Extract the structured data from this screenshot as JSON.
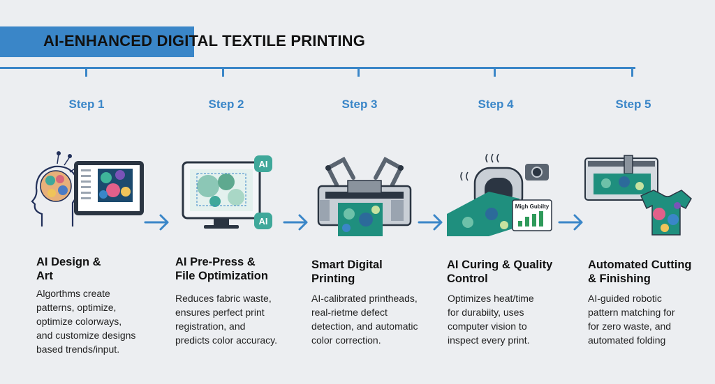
{
  "title": "AI-ENHANCED DIGITAL TEXTILE PRINTING",
  "steps": [
    {
      "label": "Step 1",
      "heading": [
        "AI Design &",
        "Art"
      ],
      "desc": [
        "Algorthms create",
        "patterns, optimize,",
        "optimize colorways,",
        "and customize designs",
        "based trends/input."
      ]
    },
    {
      "label": "Step 2",
      "heading": [
        "AI Pre-Press &",
        "File Optimization"
      ],
      "desc": [
        "Reduces fabric waste,",
        "ensures perfect print",
        "registration, and",
        "predicts color accuracy."
      ],
      "badges": [
        "AI",
        "AI"
      ]
    },
    {
      "label": "Step 3",
      "heading": [
        "Smart Digital",
        "Printing"
      ],
      "desc": [
        "AI-calibrated printheads,",
        "real-rietme defect",
        "detection, and automatic",
        "color correction."
      ]
    },
    {
      "label": "Step 4",
      "heading": [
        "AI Curing & Quality",
        "Control"
      ],
      "desc": [
        "Optimizes heat/time",
        "for durabiity, uses",
        "computer vision to",
        "inspect every print."
      ],
      "badge": "Migh Gubilty"
    },
    {
      "label": "Step 5",
      "heading": [
        "Automated Cutting",
        "& Finishing"
      ],
      "desc": [
        "AI-guided robotic",
        "pattern matching for",
        "for zero waste, and",
        "automated folding"
      ]
    }
  ],
  "colors": {
    "accent": "#3a86c8",
    "background": "#eceef1",
    "teal": "#1f8f7e",
    "navy": "#22305a"
  }
}
